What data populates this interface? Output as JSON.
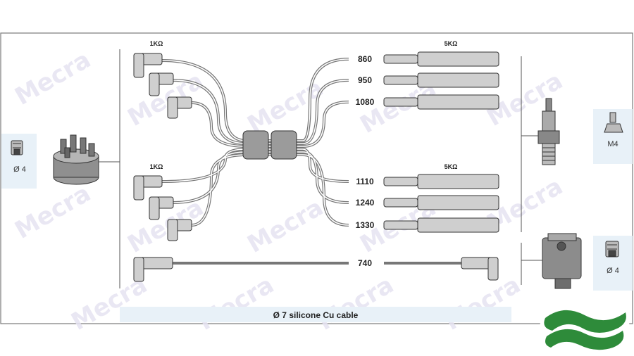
{
  "watermark": "Mecra",
  "resistor_labels": {
    "left_top": "1KΩ",
    "left_bottom": "1KΩ",
    "right_top": "5KΩ",
    "right_bottom": "5KΩ"
  },
  "lengths_top": [
    "860",
    "950",
    "1080"
  ],
  "lengths_bottom": [
    "1110",
    "1240",
    "1330"
  ],
  "length_coil": "740",
  "left_label": "Ø 4",
  "right_top_label": "M4",
  "right_bottom_label": "Ø 4",
  "cable_caption": "Ø 7 silicone Cu cable",
  "colors": {
    "accent_panel": "#e8f1f8",
    "wire": "#555555",
    "logo_green": "#2e8b3a"
  },
  "icons": [
    "distributor-cap-icon",
    "spark-plug-icon",
    "ignition-coil-icon",
    "terminal-icon",
    "brand-logo-icon"
  ]
}
